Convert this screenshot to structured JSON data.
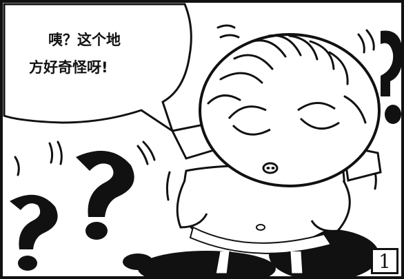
{
  "speech_bubble": {
    "line1": "咦？这个地",
    "line2": "方好奇怪呀!"
  },
  "panel_number": "1",
  "colors": {
    "ink": "#111111",
    "paper": "#ffffff"
  },
  "icons": [
    "question-mark-icon",
    "sweat-motion-lines"
  ]
}
